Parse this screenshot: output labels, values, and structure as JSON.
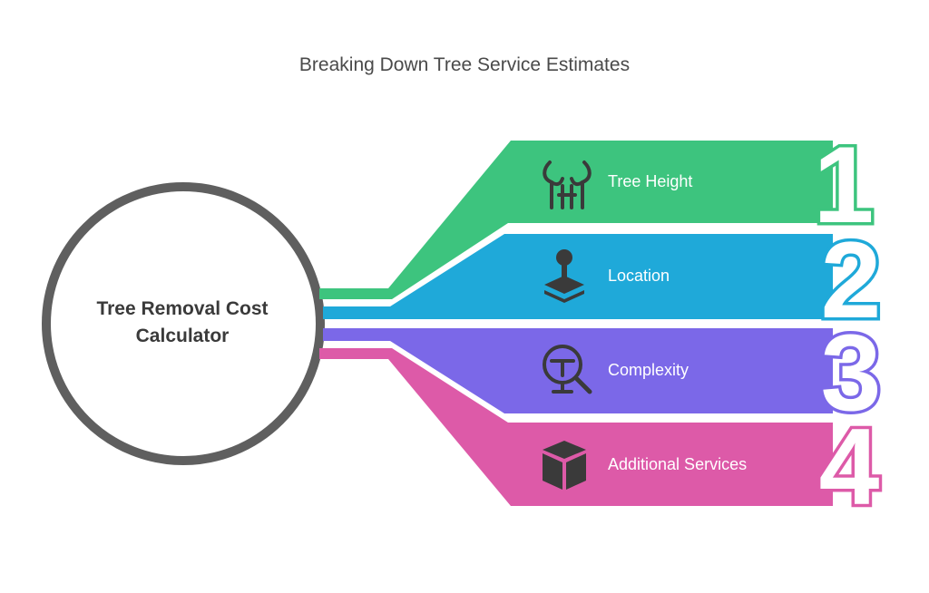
{
  "title": "Breaking Down Tree Service Estimates",
  "center": {
    "line1": "Tree Removal Cost",
    "line2": "Calculator"
  },
  "items": [
    {
      "number": "1",
      "label": "Tree Height",
      "color": "#3dc47e",
      "icon": "tree-height-icon"
    },
    {
      "number": "2",
      "label": "Location",
      "color": "#1fa9d9",
      "icon": "location-joystick-icon"
    },
    {
      "number": "3",
      "label": "Complexity",
      "color": "#7b68e8",
      "icon": "complexity-search-icon"
    },
    {
      "number": "4",
      "label": "Additional Services",
      "color": "#dd5aa8",
      "icon": "box-icon"
    }
  ],
  "colors": {
    "ring": "#5f5f5f",
    "icon": "#3a3a3a",
    "title": "#4a4a4a"
  }
}
